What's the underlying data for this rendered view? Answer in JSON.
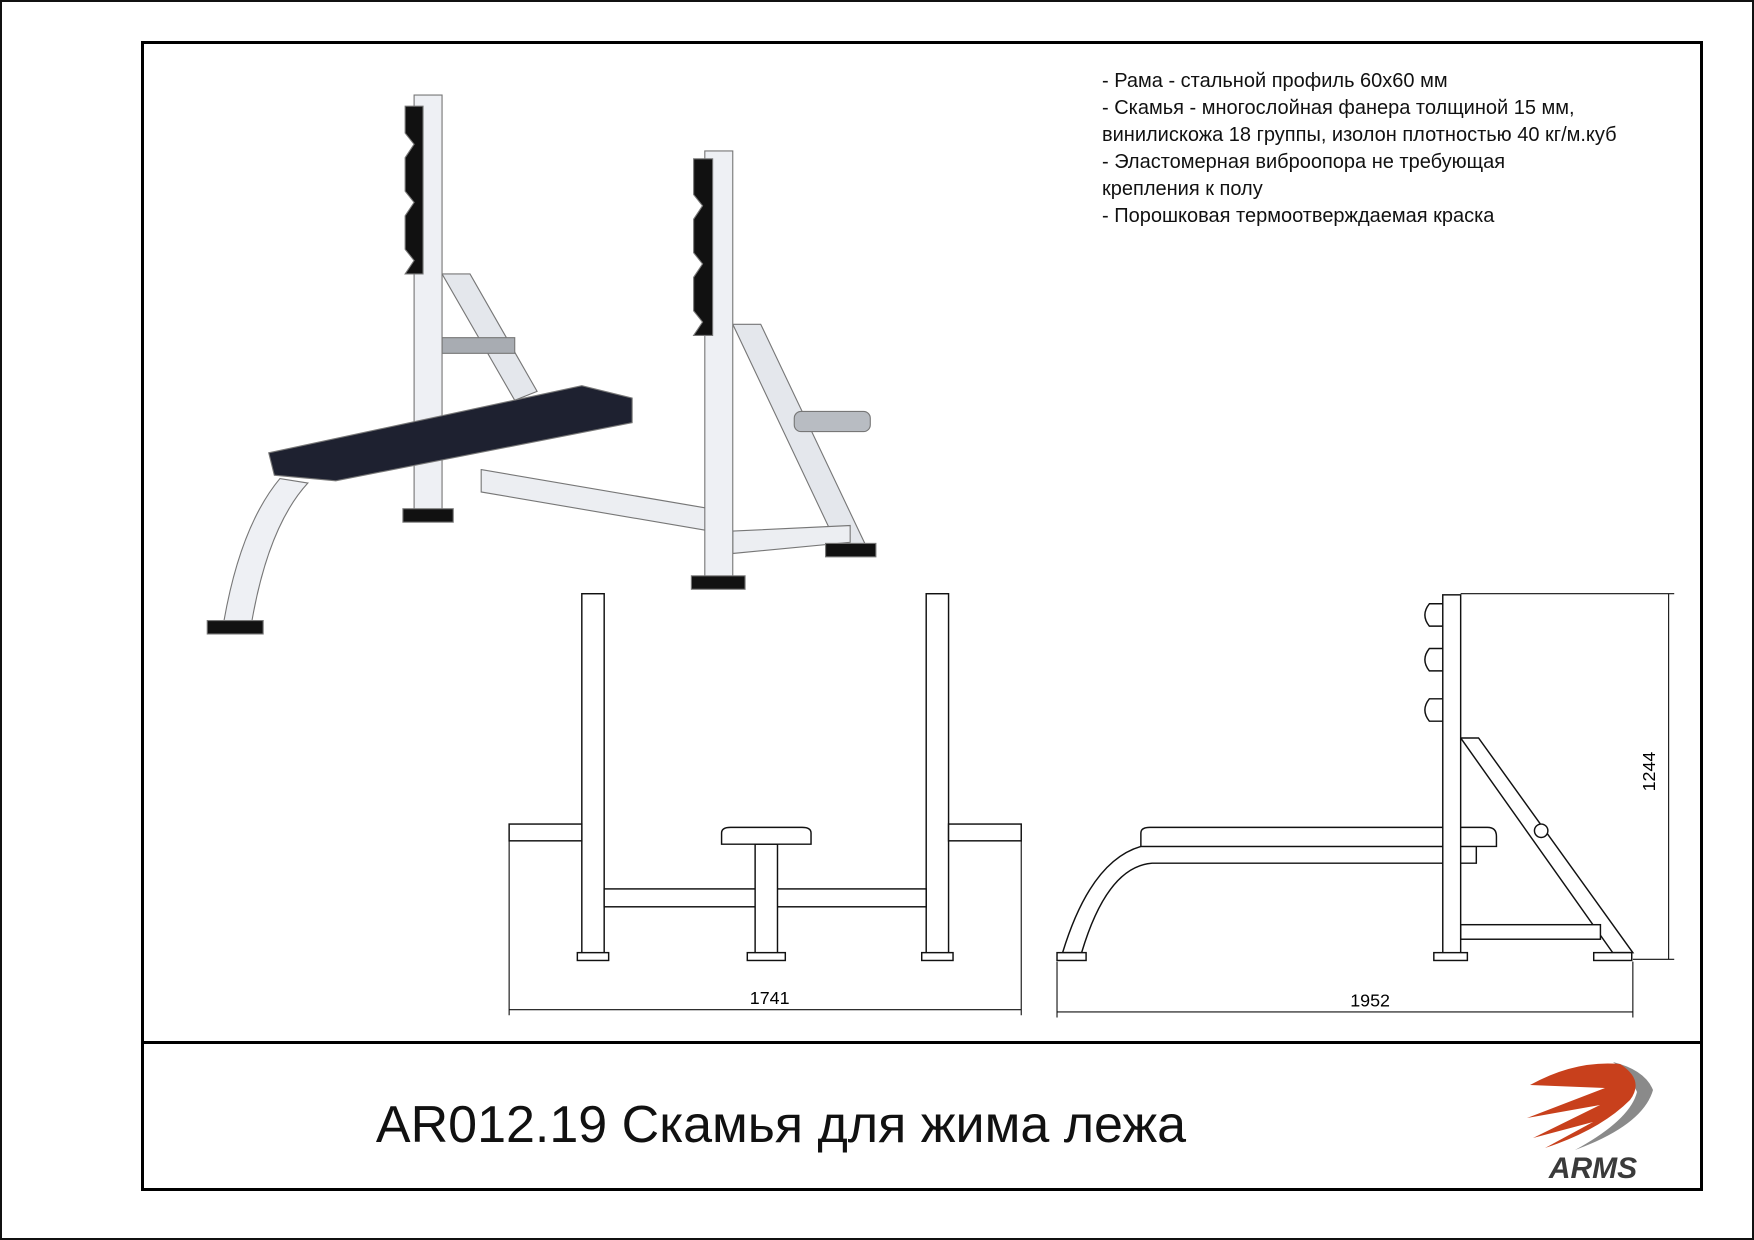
{
  "specs": [
    "- Рама - стальной профиль 60х60 мм",
    "- Скамья - многослойная фанера толщиной 15 мм,",
    "винилискожа 18 группы, изолон плотностью 40 кг/м.куб",
    "- Эластомерная виброопора не требующая",
    "крепления к полу",
    "- Порошковая термоотверждаемая краска"
  ],
  "title": "AR012.19 Скамья для жима лежа",
  "dimensions": {
    "width": "1741",
    "length": "1952",
    "height": "1244"
  },
  "logo": {
    "text": "ARMS",
    "colors": {
      "red": "#c8401c",
      "gray": "#8a8a8a",
      "text": "#3a3a3a"
    }
  }
}
